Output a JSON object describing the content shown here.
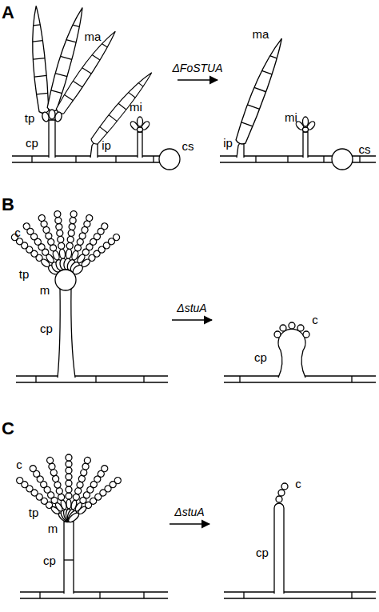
{
  "diagram": {
    "labels": [
      "A",
      "ma",
      "tp",
      "cp",
      "ip",
      "mi",
      "cs",
      "ΔFoSTUA",
      "ma",
      "mi",
      "ip",
      "cs",
      "B",
      "c",
      "tp",
      "m",
      "cp",
      "ΔstuA",
      "c",
      "cp",
      "C",
      "c",
      "tp",
      "m",
      "cp",
      "ΔstuA",
      "c",
      "cp"
    ]
  }
}
